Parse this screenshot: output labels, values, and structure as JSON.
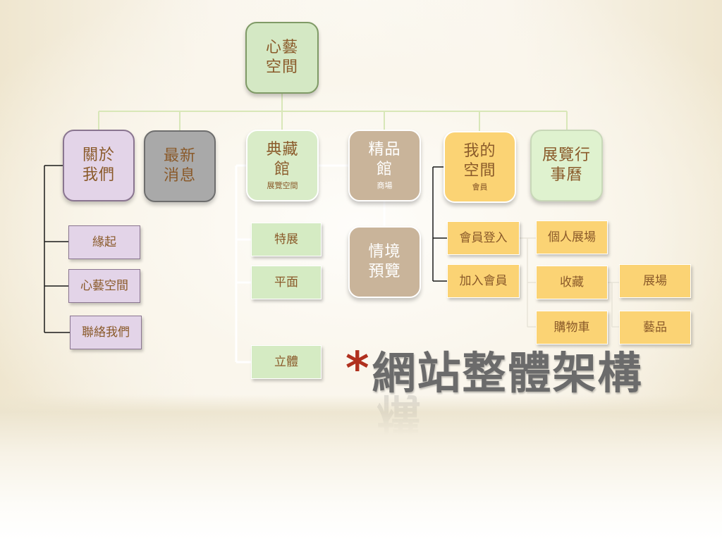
{
  "root": {
    "label": "心藝\n空間"
  },
  "top_nodes": {
    "about": {
      "label": "關於\n我們"
    },
    "news": {
      "label": "最新\n消息"
    },
    "collection": {
      "label": "典藏\n館",
      "sub": "展覽空間"
    },
    "boutique": {
      "label": "精品\n館",
      "sub": "商場"
    },
    "my_space": {
      "label": "我的\n空間",
      "sub": "會員"
    },
    "calendar": {
      "label": "展覽行\n事曆"
    }
  },
  "about_children": [
    "緣起",
    "心藝空間",
    "聯絡我們"
  ],
  "collection_children": [
    "特展",
    "平面",
    "立體"
  ],
  "boutique_child": {
    "label": "情境\n預覽"
  },
  "member_children": [
    "會員登入",
    "加入會員"
  ],
  "login_children": [
    "個人展場",
    "收藏",
    "購物車"
  ],
  "favorites_children": [
    "展場",
    "藝品"
  ],
  "title": {
    "star": "*",
    "text": "網站整體架構"
  },
  "colors": {
    "green": "#d4e8c4",
    "purple": "#e3d4e8",
    "gray": "#a9a9a9",
    "tan": "#c9b49a",
    "yellow": "#fbd374",
    "text_brown": "#8a5a2a",
    "title_gray": "#6b6b6b",
    "star_red": "#b0301e"
  }
}
